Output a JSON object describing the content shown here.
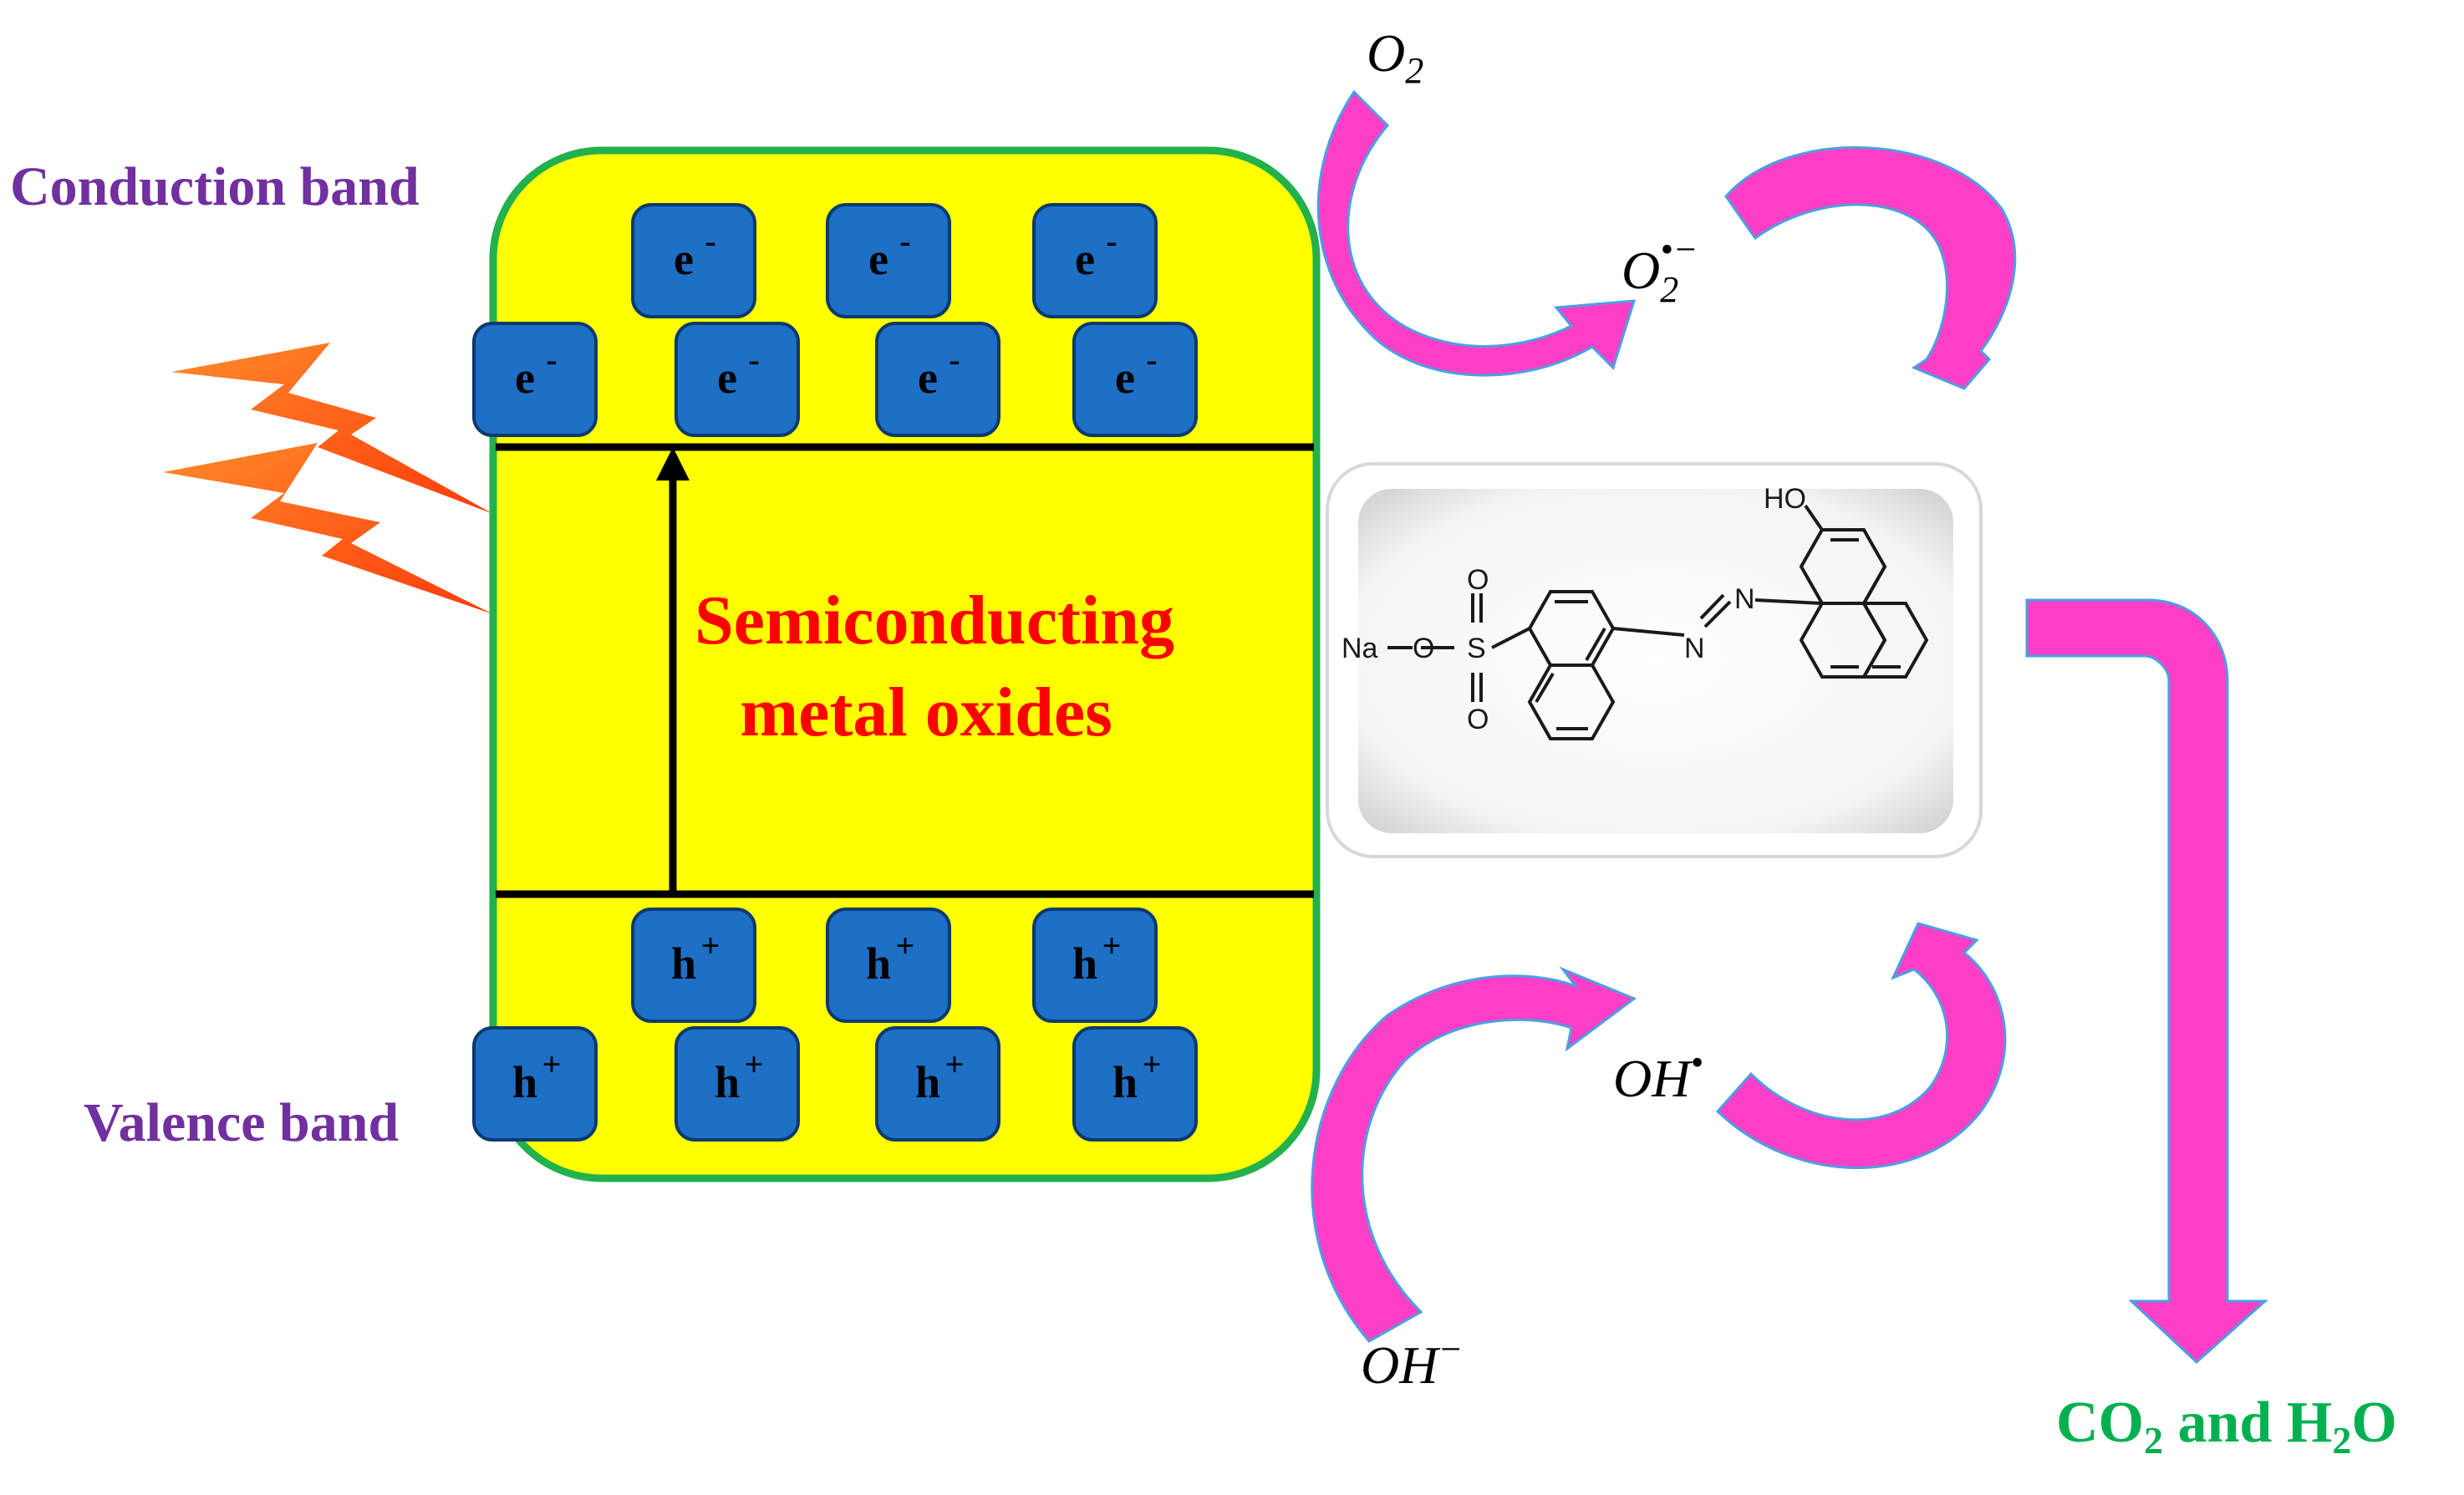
{
  "labels": {
    "conduction_band": "Conduction band",
    "valence_band": "Valence band",
    "semiconductor_line1": "Semiconducting",
    "semiconductor_line2": "metal oxides",
    "o2": "O",
    "o2_sub": "2",
    "superoxide_base": "O",
    "superoxide_sub": "2",
    "superoxide_sup": "•−",
    "oh_radical": "OH",
    "oh_radical_sup": "•",
    "hydroxide": "OH",
    "hydroxide_sup": "−",
    "products_co": "CO",
    "products_co_sub": "2",
    "products_and": " and H",
    "products_h_sub": "2",
    "products_o": "O"
  },
  "carriers": {
    "electron": "e",
    "electron_sup": "-",
    "hole": "h",
    "hole_sup": "+",
    "electron_count": 7,
    "hole_count": 7
  },
  "molecule": {
    "atoms": [
      "Na",
      "O",
      "S",
      "O",
      "O",
      "N",
      "N",
      "HO"
    ]
  },
  "colors": {
    "semiconductor_fill": "#ffff00",
    "semiconductor_border": "#22b14c",
    "carrier_fill": "#1e6fc6",
    "carrier_border": "#0d3a6e",
    "band_label": "#7030a0",
    "title_red": "#ff0000",
    "arrow_magenta": "#ff3ec8",
    "product_green": "#00b050",
    "lightning": "#ff5a1a"
  }
}
